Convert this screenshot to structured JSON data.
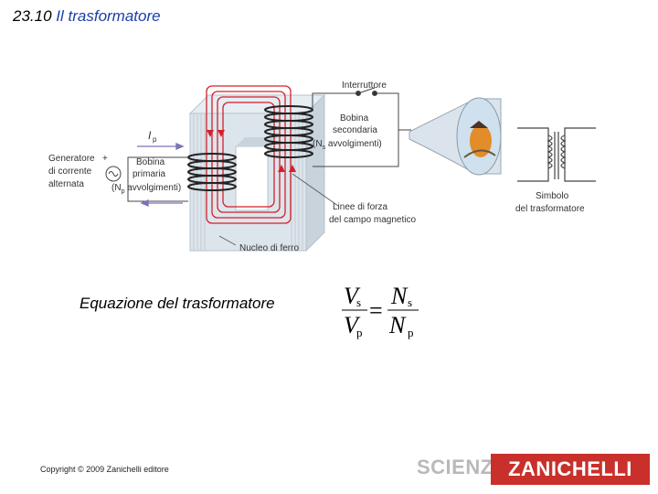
{
  "title": {
    "number": "23.10",
    "text": "Il trasformatore"
  },
  "diagram": {
    "generator_label": [
      "Generatore",
      "di corrente",
      "alternata"
    ],
    "plus": "+",
    "current_symbol": "I",
    "current_sub": "p",
    "primary_coil_label": [
      "Bobina",
      "primaria",
      "(N",
      "p",
      " avvolgimenti)"
    ],
    "switch_label": "Interruttore",
    "secondary_coil_label": [
      "Bobina",
      "secondaria",
      "(N",
      "s",
      " avvolgimenti)"
    ],
    "field_lines_label": [
      "Linee di forza",
      "del campo magnetico"
    ],
    "core_label": "Nucleo di ferro",
    "symbol_label": [
      "Simbolo",
      "del trasformatore"
    ]
  },
  "equation": {
    "label": "Equazione del trasformatore",
    "lhs_num": "V",
    "lhs_num_sub": "s",
    "lhs_den": "V",
    "lhs_den_sub": "p",
    "equals": "=",
    "rhs_num": "N",
    "rhs_num_sub": "s",
    "rhs_den": "N",
    "rhs_den_sub": "p"
  },
  "footer": {
    "copyright": "Copyright © 2009 Zanichelli editore",
    "brand_left": "SCIENZE",
    "brand_right": "ZANICHELLI"
  },
  "colors": {
    "title_blue": "#1a3fa8",
    "field_red": "#d3202a",
    "brand_red": "#c9302b"
  }
}
